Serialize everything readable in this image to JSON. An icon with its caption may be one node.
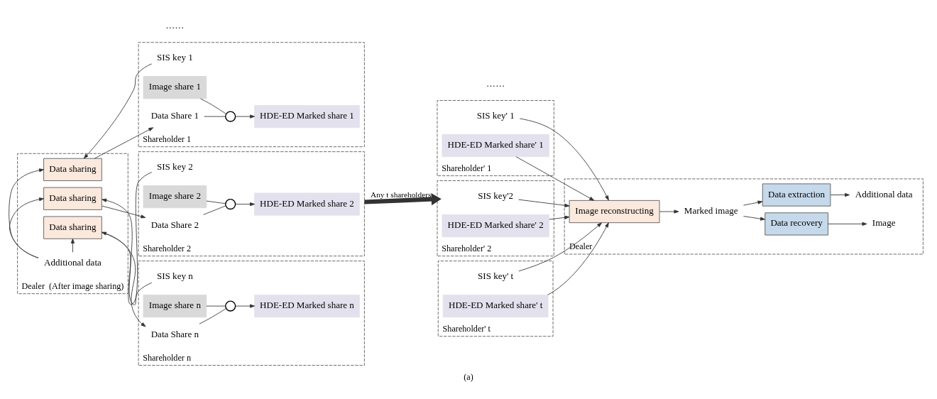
{
  "diagram": {
    "caption": "(a)",
    "nodes": [
      {
        "text": [
          "Dealer  (After image sharing)"
        ]
      },
      {
        "text": [
          "Data sharing"
        ],
        "in": 0
      },
      {
        "text": [
          "Data sharing"
        ],
        "in": 0
      },
      {
        "text": [
          "Data sharing"
        ],
        "in": 0
      },
      {
        "text": [
          "Additional data"
        ],
        "in": 0
      },
      {
        "text": [
          "Shareholder 1"
        ]
      },
      {
        "text": [
          "SIS key 1"
        ],
        "in": 5
      },
      {
        "text": [
          "Image share 1"
        ],
        "in": 5
      },
      {
        "text": [
          "Data Share 1"
        ],
        "in": 5
      },
      {
        "text": [],
        "shape": "circle",
        "in": 5
      },
      {
        "text": [
          "HDE-ED Marked share 1"
        ],
        "in": 5
      },
      {
        "text": [
          "Shareholder 2"
        ]
      },
      {
        "text": [
          "SIS key 2"
        ],
        "in": 11
      },
      {
        "text": [
          "Image share 2"
        ],
        "in": 11
      },
      {
        "text": [
          "Data Share 2"
        ],
        "in": 11
      },
      {
        "text": [],
        "shape": "circle",
        "in": 11
      },
      {
        "text": [
          "HDE-ED Marked share 2"
        ],
        "in": 11
      },
      {
        "text": [
          "Shareholder n"
        ]
      },
      {
        "text": [
          "SIS key n"
        ],
        "in": 17
      },
      {
        "text": [
          "Image share n"
        ],
        "in": 17
      },
      {
        "text": [
          "Data Share n"
        ],
        "in": 17
      },
      {
        "text": [],
        "shape": "circle",
        "in": 17
      },
      {
        "text": [
          "HDE-ED Marked share n"
        ],
        "in": 17
      },
      {
        "text": [
          "Shareholder' 1"
        ]
      },
      {
        "text": [
          "SIS key' 1"
        ],
        "in": 23
      },
      {
        "text": [
          "HDE-ED Marked share' 1"
        ],
        "in": 23
      },
      {
        "text": [
          "Shareholder' 2"
        ]
      },
      {
        "text": [
          "SIS key'2"
        ],
        "in": 26
      },
      {
        "text": [
          "HDE-ED Marked share' 2"
        ],
        "in": 26
      },
      {
        "text": [
          "Shareholder' t"
        ]
      },
      {
        "text": [
          "SIS key' t"
        ],
        "in": 29
      },
      {
        "text": [
          "HDE-ED Marked share' t"
        ],
        "in": 29
      },
      {
        "text": [
          "Dealer"
        ]
      },
      {
        "text": [
          "Image reconstructing"
        ],
        "in": 32
      },
      {
        "text": [
          "Marked image"
        ],
        "in": 32
      },
      {
        "text": [
          "Data recovery"
        ],
        "in": 32
      },
      {
        "text": [
          "Data extraction"
        ],
        "in": 32
      },
      {
        "text": [
          "Image"
        ],
        "in": 32
      },
      {
        "text": [
          "Additional data"
        ],
        "in": 32
      }
    ],
    "edges": [
      {
        "from": 4,
        "to": 1,
        "arrow": "to"
      },
      {
        "from": 4,
        "to": 2,
        "arrow": "to"
      },
      {
        "from": 4,
        "to": 3,
        "arrow": "to"
      },
      {
        "from": 6,
        "to": 1,
        "arrow": "to"
      },
      {
        "from": 1,
        "to": 8,
        "arrow": "to"
      },
      {
        "from": 7,
        "to": 9,
        "arrow": "none"
      },
      {
        "from": 8,
        "to": 9,
        "arrow": "none"
      },
      {
        "from": 9,
        "to": 10,
        "arrow": "to"
      },
      {
        "from": 12,
        "to": 2,
        "arrow": "to"
      },
      {
        "from": 2,
        "to": 14,
        "arrow": "to"
      },
      {
        "from": 13,
        "to": 15,
        "arrow": "none"
      },
      {
        "from": 14,
        "to": 15,
        "arrow": "none"
      },
      {
        "from": 15,
        "to": 16,
        "arrow": "to"
      },
      {
        "from": 18,
        "to": 3,
        "arrow": "to"
      },
      {
        "from": 3,
        "to": 20,
        "arrow": "to"
      },
      {
        "from": 19,
        "to": 21,
        "arrow": "none"
      },
      {
        "from": 20,
        "to": 21,
        "arrow": "none"
      },
      {
        "from": 21,
        "to": 22,
        "arrow": "to"
      },
      {
        "from": 11,
        "to": 26,
        "arrow": "to",
        "label": "Any t shareholders",
        "style": "thick"
      },
      {
        "from": 24,
        "to": 33,
        "arrow": "to"
      },
      {
        "from": 25,
        "to": 33,
        "arrow": "to"
      },
      {
        "from": 27,
        "to": 33,
        "arrow": "to"
      },
      {
        "from": 28,
        "to": 33,
        "arrow": "to"
      },
      {
        "from": 30,
        "to": 33,
        "arrow": "to"
      },
      {
        "from": 31,
        "to": 33,
        "arrow": "to"
      },
      {
        "from": 33,
        "to": 34,
        "arrow": "to"
      },
      {
        "from": 34,
        "to": 35,
        "arrow": "to"
      },
      {
        "from": 34,
        "to": 36,
        "arrow": "to"
      },
      {
        "from": 35,
        "to": 37,
        "arrow": "to"
      },
      {
        "from": 36,
        "to": 38,
        "arrow": "to"
      }
    ],
    "labels": [
      "……",
      "……"
    ]
  }
}
